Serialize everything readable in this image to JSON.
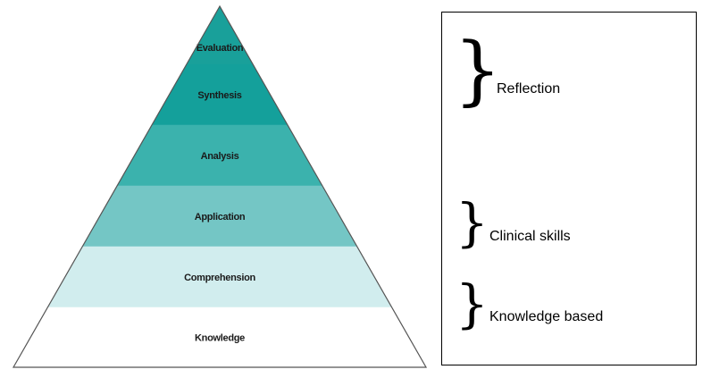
{
  "pyramid": {
    "levels": [
      {
        "label": "Evaluation",
        "color": "#19a09a"
      },
      {
        "label": "Synthesis",
        "color": "#14a09b"
      },
      {
        "label": "Analysis",
        "color": "#3bb2ad"
      },
      {
        "label": "Application",
        "color": "#74c6c5"
      },
      {
        "label": "Comprehension",
        "color": "#d1edee"
      },
      {
        "label": "Knowledge",
        "color": "#ffffff"
      }
    ],
    "outline_color": "#555555"
  },
  "legend": {
    "groups": [
      {
        "label": "Reflection"
      },
      {
        "label": "Clinical skills"
      },
      {
        "label": "Knowledge based"
      }
    ]
  }
}
